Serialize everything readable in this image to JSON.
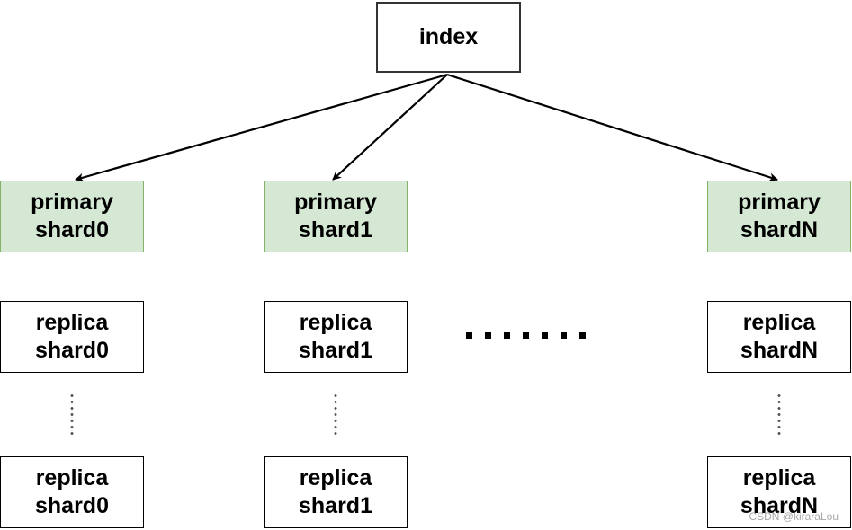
{
  "diagram": {
    "root": {
      "label": "index"
    },
    "columns": [
      {
        "primary": {
          "line1": "primary",
          "line2": "shard0"
        },
        "replica_top": {
          "line1": "replica",
          "line2": "shard0"
        },
        "replica_bottom": {
          "line1": "replica",
          "line2": "shard0"
        }
      },
      {
        "primary": {
          "line1": "primary",
          "line2": "shard1"
        },
        "replica_top": {
          "line1": "replica",
          "line2": "shard1"
        },
        "replica_bottom": {
          "line1": "replica",
          "line2": "shard1"
        }
      },
      {
        "primary": {
          "line1": "primary",
          "line2": "shardN"
        },
        "replica_top": {
          "line1": "replica",
          "line2": "shardN"
        },
        "replica_bottom": {
          "line1": "replica",
          "line2": "shardN"
        }
      }
    ],
    "colors": {
      "primary_fill": "#d5e8d4",
      "primary_stroke": "#82b366",
      "node_stroke": "#000000",
      "edge": "#000000"
    }
  },
  "watermark": "CSDN @kiraraLou"
}
